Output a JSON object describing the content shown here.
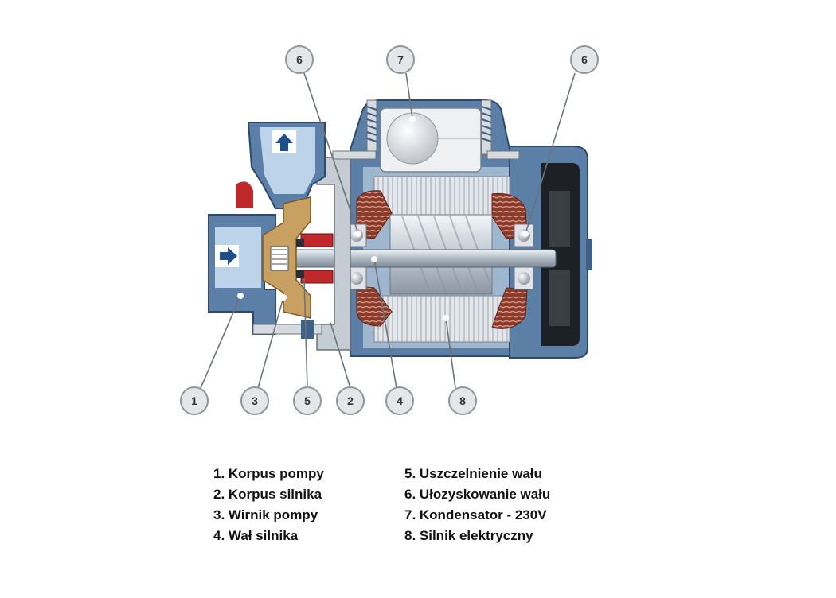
{
  "callouts": {
    "c1": "1",
    "c3": "3",
    "c5": "5",
    "c2": "2",
    "c4": "4",
    "c8": "8",
    "c6a": "6",
    "c7": "7",
    "c6b": "6"
  },
  "legend": {
    "left": [
      "1. Korpus pompy",
      "2. Korpus silnika",
      "3. Wirnik pompy",
      "4. Wał silnika"
    ],
    "right": [
      "5. Uszczelnienie wału",
      "6. Ułozyskowanie wału",
      "7. Kondensator - 230V",
      "8. Silnik elektryczny"
    ]
  },
  "colors": {
    "pump_body": "#5b7fa6",
    "pump_light": "#bcd3ea",
    "impeller": "#c8a062",
    "seal_red": "#c0282c",
    "winding": "#8b3a2a",
    "stator": "#dfe2e6",
    "shaft": "#c9d2dc",
    "callout_fill": "#e4e6e8",
    "callout_stroke": "#8e969c",
    "arrow_blue": "#1f4e8c"
  }
}
